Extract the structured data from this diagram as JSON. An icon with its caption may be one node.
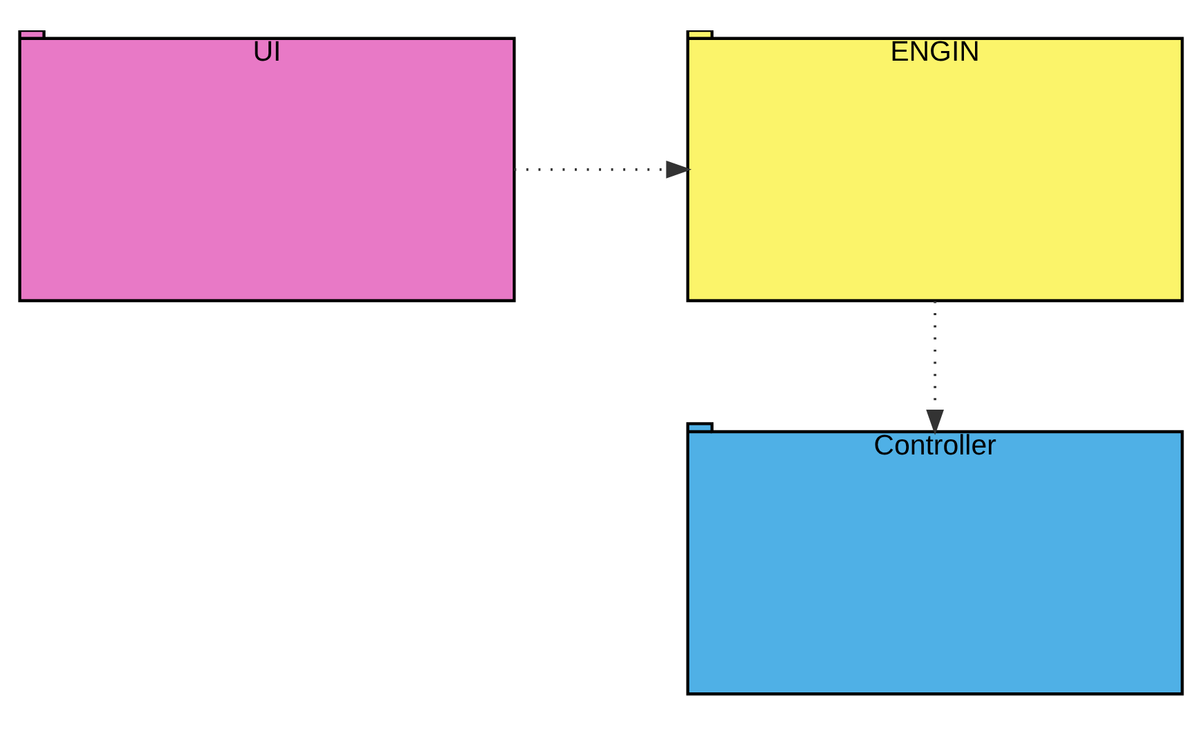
{
  "diagram": {
    "nodes": [
      {
        "text": [
          "UI"
        ]
      },
      {
        "text": [
          "ENGIN"
        ]
      },
      {
        "text": [
          "Controller"
        ]
      }
    ],
    "edges": [
      {
        "from": 0,
        "to": 1,
        "arrow": "to",
        "style": "dashed"
      },
      {
        "from": 1,
        "to": 2,
        "arrow": "to",
        "style": "dashed"
      }
    ]
  }
}
